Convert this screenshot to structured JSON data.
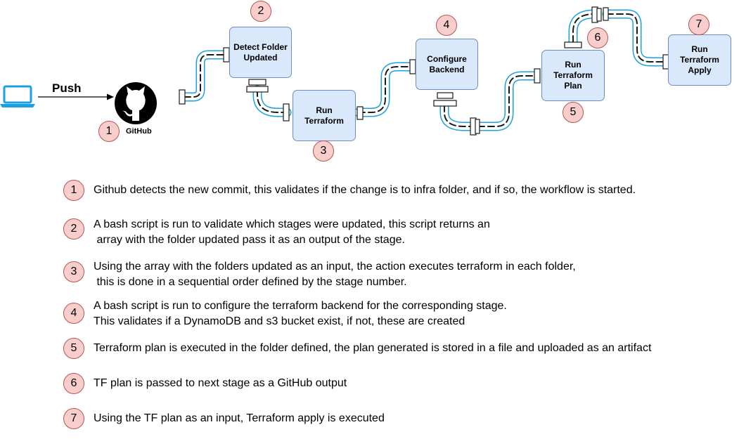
{
  "colors": {
    "box_fill": "#dae8fc",
    "box_border": "#6c8ebf",
    "badge_fill": "#f8cecc",
    "badge_border": "#b85450",
    "pipe": "#1ba1e2",
    "laptop": "#1ba1e2"
  },
  "icons": {
    "laptop": "laptop-icon",
    "github": "github-icon"
  },
  "diagram": {
    "push_label": "Push",
    "github_label": "GitHub",
    "boxes": {
      "detect": "Detect Folder Updated",
      "run_terraform": "Run Terraform",
      "configure": "Configure Backend",
      "plan": "Run Terraform Plan",
      "apply": "Run Terraform Apply"
    },
    "badges": [
      "1",
      "2",
      "3",
      "4",
      "5",
      "6",
      "7"
    ]
  },
  "steps": [
    {
      "num": "1",
      "text": "Github detects the new commit, this validates if the change is to infra folder, and if so, the workflow is started."
    },
    {
      "num": "2",
      "text": "A bash script is run to validate which stages were updated, this script returns an\n array with the folder updated pass it as an output of the stage."
    },
    {
      "num": "3",
      "text": "Using the array with the folders updated as an input, the action executes terraform in each folder,\n this is done in a sequential order defined by the stage number."
    },
    {
      "num": "4",
      "text": "A bash script is run to configure the terraform backend for the corresponding stage.\nThis validates if a DynamoDB and s3 bucket exist, if not, these are created"
    },
    {
      "num": "5",
      "text": "Terraform plan is executed in the folder defined, the plan generated is stored in a file and uploaded as an artifact"
    },
    {
      "num": "6",
      "text": "TF plan is passed to next stage as a GitHub output"
    },
    {
      "num": "7",
      "text": "Using the TF plan as an input, Terraform apply is executed"
    }
  ]
}
